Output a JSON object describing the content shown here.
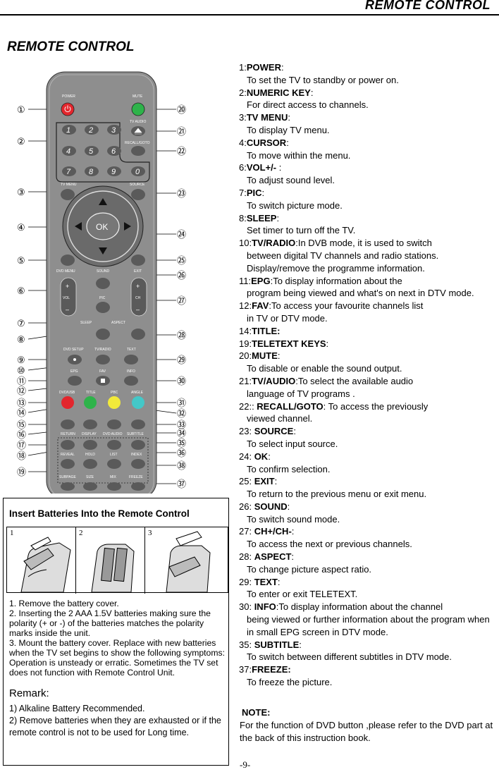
{
  "header": {
    "title": "REMOTE CONTROL"
  },
  "page_title": "REMOTE CONTROL",
  "remote": {
    "labels": {
      "power": "POWER",
      "mute": "MUTE",
      "tv_audio": "TV AUDIO",
      "recall_goto": "RECALL/GOTO",
      "tv_menu": "TV MENU",
      "source": "SOURCE",
      "ok": "OK",
      "dvd_menu": "DVD MENU",
      "sound": "SOUND",
      "exit": "EXIT",
      "vol": "VOL",
      "pic": "PIC",
      "ch": "CH",
      "sleep": "SLEEP",
      "aspect": "ASPECT",
      "dvd_setup": "DVD SETUP",
      "tv_radio": "TV/RADIO",
      "text": "TEXT",
      "epg": "EPG",
      "fav": "FAV",
      "info": "INFO",
      "dvd_usb": "DVD/USB",
      "title": "TITLE",
      "pbc": "PBC",
      "angle": "ANGLE",
      "return": "RETURN",
      "display": "DISPLAY",
      "dvd_audio": "DVD AUDIO",
      "subtitle": "SUBTITLE",
      "reveal": "REVEAL",
      "hold": "HOLD",
      "list": "LIST",
      "index": "INDEX",
      "subpage": "SUBPAGE",
      "size": "SIZE",
      "mix": "MIX",
      "freeze": "FREEZE",
      "plus": "+",
      "minus": "–"
    },
    "digits": [
      "1",
      "2",
      "3",
      "4",
      "5",
      "6",
      "7",
      "8",
      "9",
      "0"
    ],
    "callouts_left": [
      "①",
      "②",
      "③",
      "④",
      "⑤",
      "⑥",
      "⑦",
      "⑧",
      "⑨",
      "⑩",
      "⑪",
      "⑫",
      "⑬",
      "⑭",
      "⑮",
      "⑯",
      "⑰",
      "⑱",
      "⑲"
    ],
    "callouts_right": [
      "⑳",
      "㉑",
      "㉒",
      "㉓",
      "㉔",
      "㉕",
      "㉖",
      "㉗",
      "㉘",
      "㉙",
      "㉚",
      "㉛",
      "㉜",
      "㉝",
      "㉞",
      "㉟",
      "㊱",
      "㊳",
      "㊲"
    ],
    "colors": {
      "body": "#8e8e8e",
      "button": "#5a5a5a",
      "red": "#e3262d",
      "green": "#2eb34a",
      "yellow": "#f2ea3a",
      "cyan": "#44c8c8"
    }
  },
  "batteries": {
    "title": "Insert Batteries Into the Remote Control",
    "panels": [
      "1",
      "2",
      "3"
    ],
    "steps": [
      "1.    Remove the battery cover.",
      "2.    Inserting the 2 AAA 1.5V batteries making sure the polarity (+ or -) of the batteries matches the polarity marks inside the unit.",
      "3.    Mount the battery cover. Replace with new batteries when the TV set begins to show the following symptoms: Operation is unsteady or erratic. Sometimes the TV set does not function with Remote Control    Unit."
    ],
    "remark_title": "Remark:",
    "remarks": [
      "1) Alkaline Battery Recommended.",
      "2) Remove batteries when they are exhausted or if the remote control is not to be used    for Long time."
    ]
  },
  "functions": [
    {
      "num": "1:",
      "key": "POWER",
      "sep": ":",
      "inline": "",
      "desc": "To set the TV to standby or power on."
    },
    {
      "num": "2:",
      "key": "NUMERIC KEY",
      "sep": ":",
      "inline": "",
      "desc": "For direct access to channels."
    },
    {
      "num": "3:",
      "key": "TV MENU",
      "sep": ":",
      "inline": "",
      "desc": "To display TV menu."
    },
    {
      "num": "4:",
      "key": "CURSOR",
      "sep": ":",
      "inline": "",
      "desc": "To move within the menu."
    },
    {
      "num": "6:",
      "key": "VOL+/-",
      "sep": " :",
      "inline": "",
      "desc": "To adjust sound level."
    },
    {
      "num": "7:",
      "key": "PIC",
      "sep": ":",
      "inline": "",
      "desc": "To switch picture mode."
    },
    {
      "num": "8:",
      "key": "SLEEP",
      "sep": ":",
      "inline": "",
      "desc": "Set timer to turn off the TV."
    },
    {
      "num": "10:",
      "key": "TV/RADIO",
      "sep": ":",
      "inline": "In DVB mode, it is used    to switch",
      "desc": "between digital TV channels and    radio stations. Display/remove the programme    information."
    },
    {
      "num": "11:",
      "key": "EPG",
      "sep": ":",
      "inline": "To display information about the",
      "desc": "program being viewed and what's on next in DTV mode."
    },
    {
      "num": "12:",
      "key": "FAV",
      "sep": ":",
      "inline": "To access your favourite channels list",
      "desc": "in TV or DTV mode."
    },
    {
      "num": "14:",
      "key": "TITLE:",
      "sep": "",
      "inline": "",
      "desc": ""
    },
    {
      "num": "19:",
      "key": "TELETEXT KEYS",
      "sep": ":",
      "inline": "",
      "desc": ""
    },
    {
      "num": "20:",
      "key": "MUTE",
      "sep": ":",
      "inline": "",
      "desc": "To disable or enable the sound output."
    },
    {
      "num": "21:",
      "key": "TV/AUDIO",
      "sep": ":",
      "inline": "To select the available audio",
      "desc": "language of TV programs ."
    },
    {
      "num": "22:: ",
      "key": "RECALL/GOTO",
      "sep": ":",
      "inline": " To access the previously",
      "desc": "viewed channel."
    },
    {
      "num": "23: ",
      "key": "SOURCE",
      "sep": ":",
      "inline": "",
      "desc": "To select input source."
    },
    {
      "num": "24: ",
      "key": "OK",
      "sep": ":",
      "inline": "",
      "desc": "To confirm selection."
    },
    {
      "num": "25: ",
      "key": "EXIT",
      "sep": ":",
      "inline": "",
      "desc": "To return to the previous menu    or exit      menu."
    },
    {
      "num": "26: ",
      "key": "SOUND",
      "sep": ":",
      "inline": "",
      "desc": "To switch sound mode."
    },
    {
      "num": "27: ",
      "key": "CH+/CH-",
      "sep": ":",
      "inline": "",
      "desc": "To access the next or previous    channels."
    },
    {
      "num": "28: ",
      "key": "ASPECT",
      "sep": ":",
      "inline": "",
      "desc": "To change picture aspect ratio."
    },
    {
      "num": "29: ",
      "key": "TEXT",
      "sep": ":",
      "inline": "",
      "desc": "To enter or exit TELETEXT."
    },
    {
      "num": "30: ",
      "key": "INFO",
      "sep": ":",
      "inline": "To display information about the channel",
      "desc": "being viewed or further information about the program when in small EPG    screen in DTV mode."
    },
    {
      "num": "35: ",
      "key": "SUBTITLE",
      "sep": ":",
      "inline": "",
      "desc": "To switch between different    subtitles in DTV mode."
    },
    {
      "num": "37:",
      "key": "FREEZE:",
      "sep": "",
      "inline": "",
      "desc": "To freeze the picture."
    }
  ],
  "note": {
    "title": "NOTE:",
    "text": "For the function of DVD button ,please refer to the DVD part at the back of this    instruction book."
  },
  "page_number": "-9-"
}
